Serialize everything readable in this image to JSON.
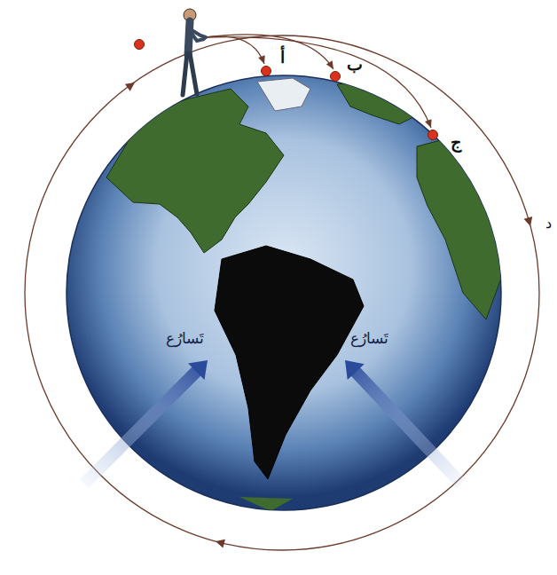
{
  "diagram": {
    "labels": [
      "أ",
      "ب",
      "ج",
      "د",
      "تَسارُع",
      "تَسارُع"
    ]
  }
}
